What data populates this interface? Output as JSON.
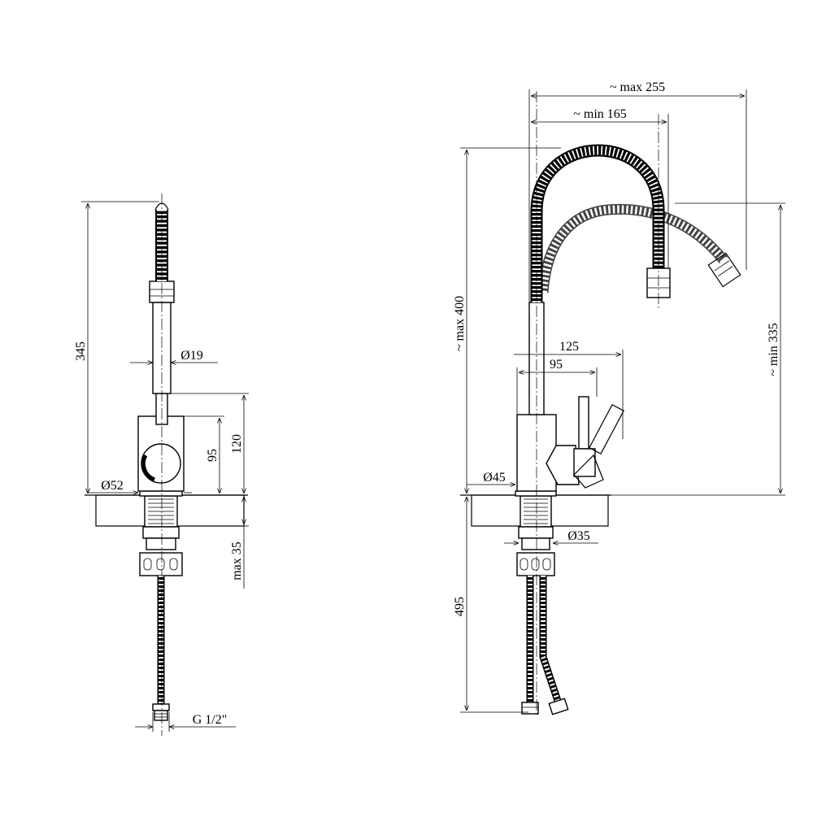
{
  "side_view": {
    "height_label": "345",
    "spout_diameter_label": "Ø19",
    "body_diameter_label": "Ø52",
    "lever_height_label": "95",
    "body_height_label": "120",
    "deck_thickness_label": "max 35",
    "thread_label": "G 1/2\""
  },
  "front_view": {
    "reach_max_label": "~ max 255",
    "reach_min_label": "~ min 165",
    "height_max_label": "~ max 400",
    "height_min_label": "~ min 335",
    "handle_reach_label": "125",
    "handle_depth_label": "95",
    "body_diameter_label": "Ø45",
    "shank_diameter_label": "Ø35",
    "hose_length_label": "495"
  },
  "colors": {
    "line": "#000000",
    "background": "#ffffff"
  }
}
